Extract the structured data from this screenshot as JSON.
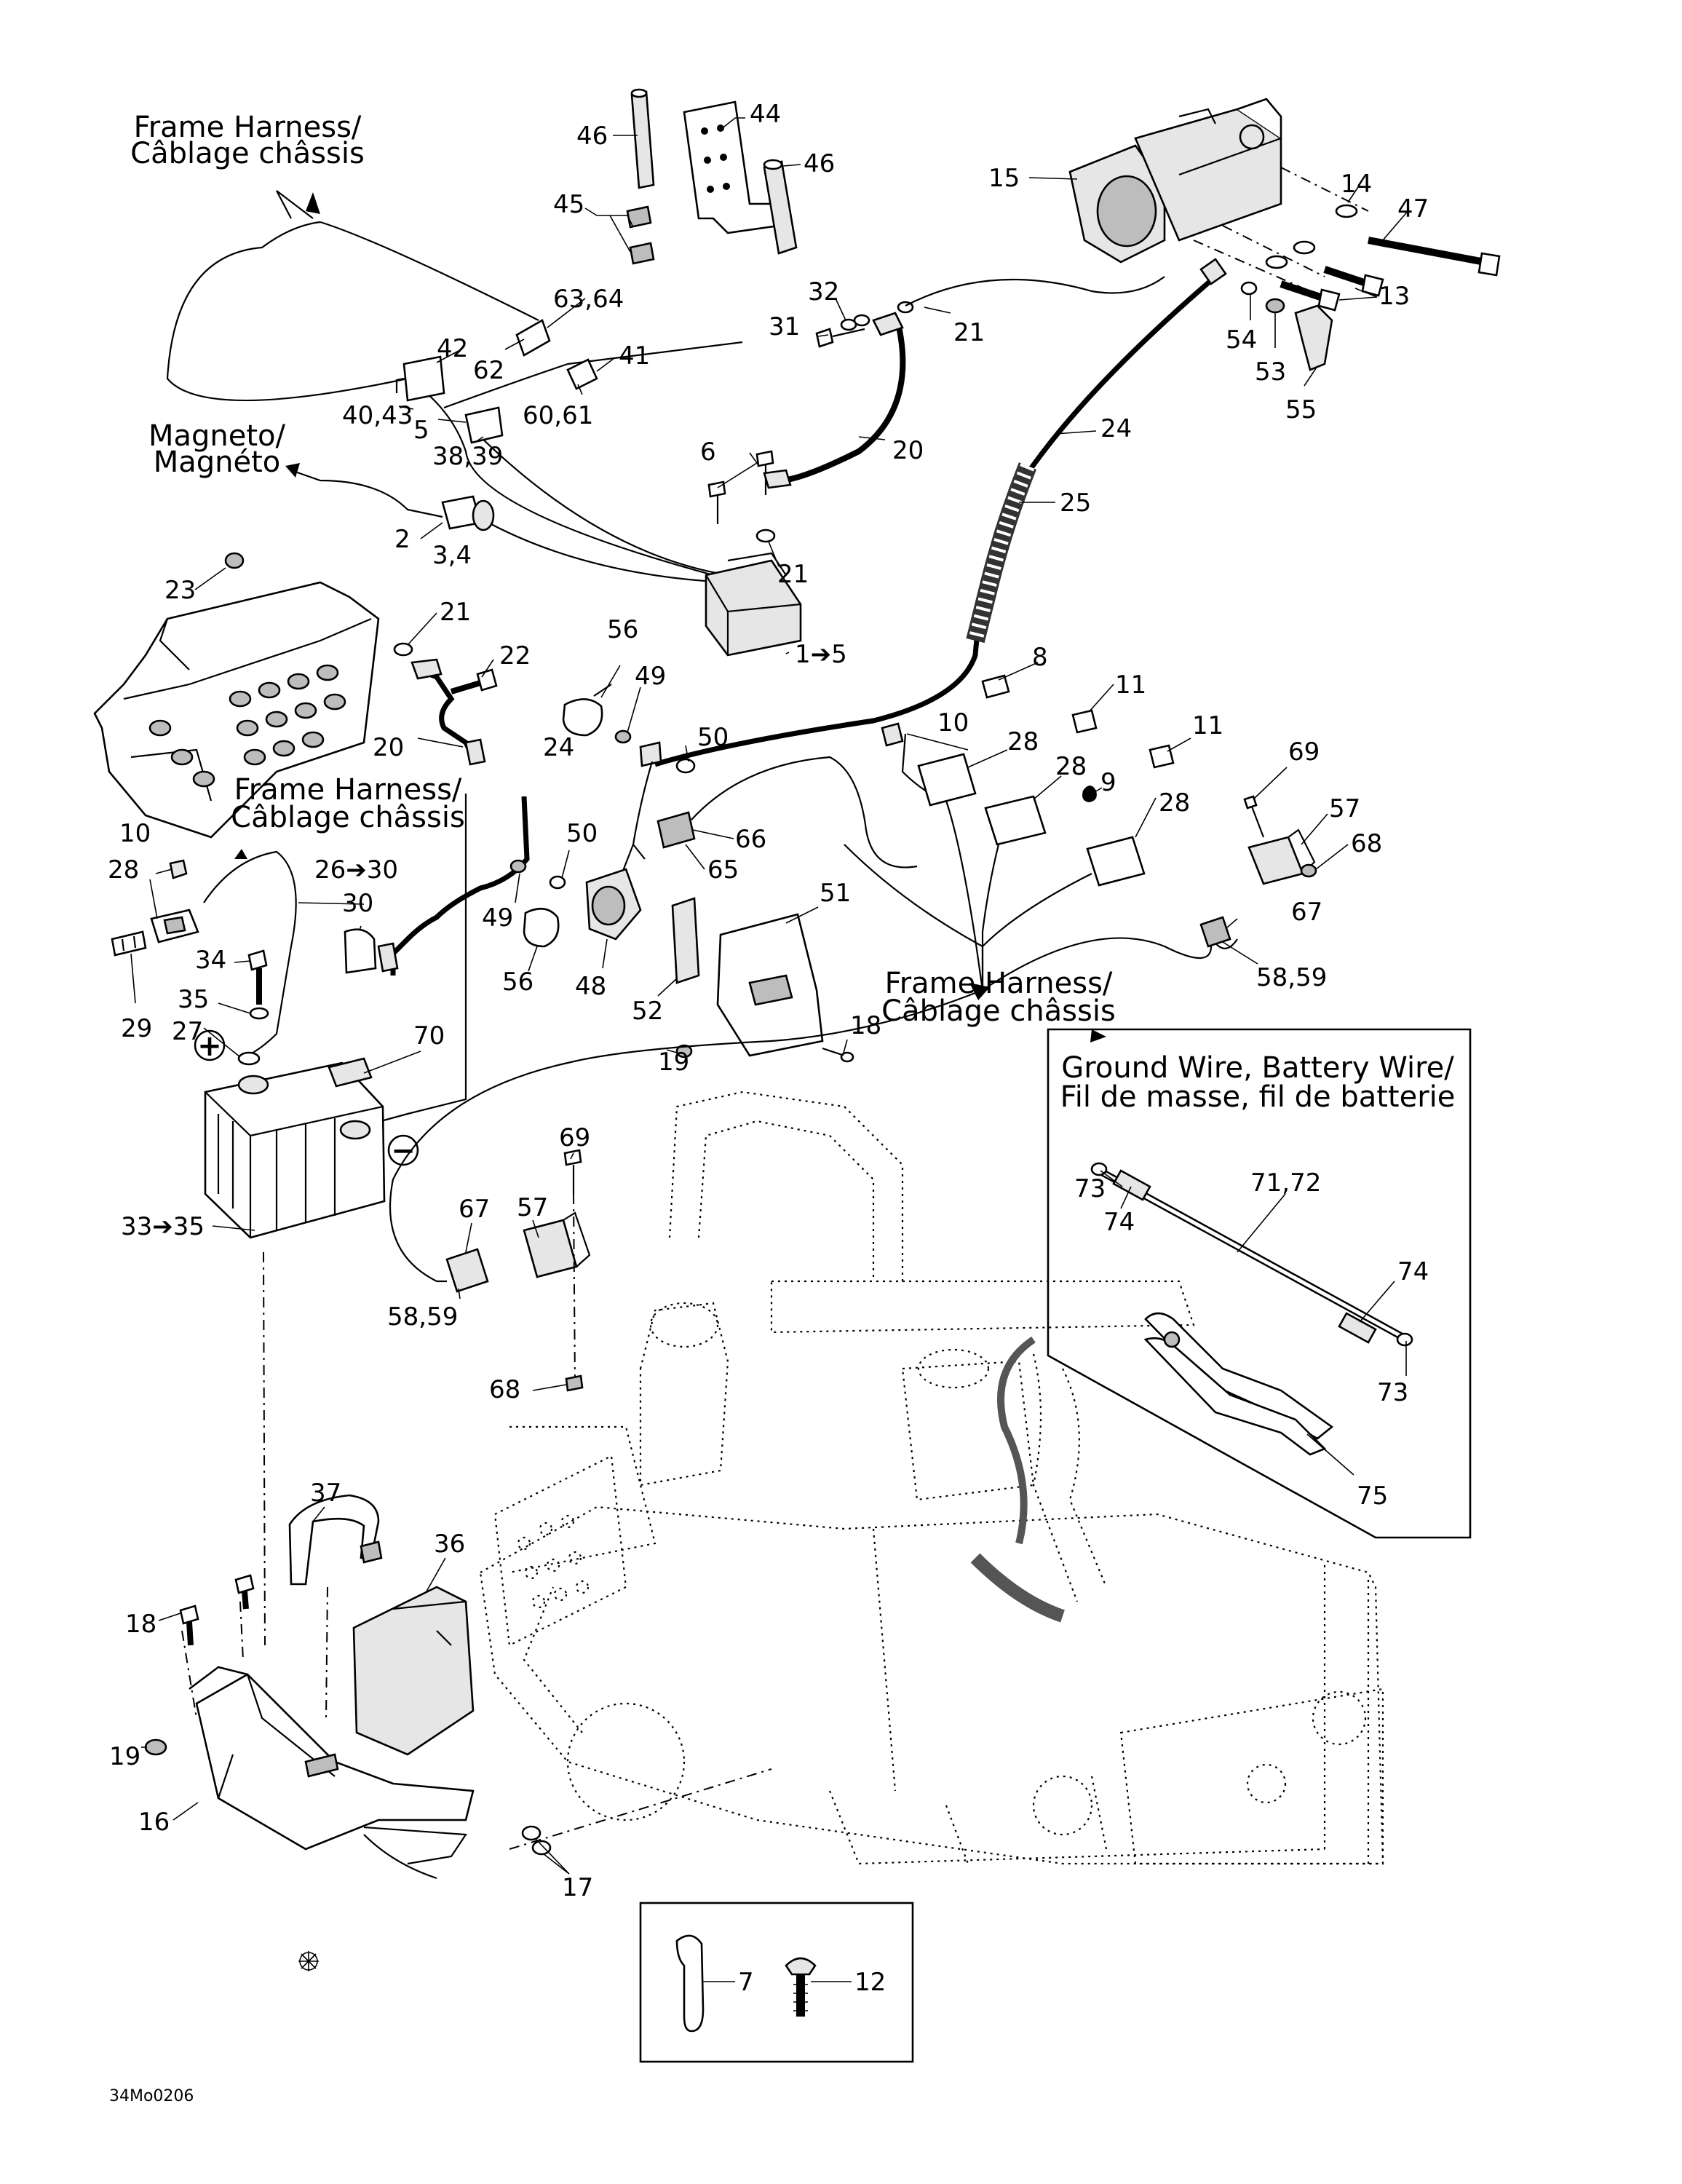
{
  "captions": {
    "frame_harness_top": [
      "Frame Harness/",
      "Câblage châssis"
    ],
    "magneto": [
      "Magneto/",
      "Magnéto"
    ],
    "frame_harness_mid": [
      "Frame Harness/",
      "Câblage châssis"
    ],
    "frame_harness_right": [
      "Frame Harness/",
      "Câblage châssis"
    ],
    "inset_title": [
      "Ground Wire, Battery Wire/",
      "Fil de masse, fil de batterie"
    ]
  },
  "symbols": {
    "positive": "+",
    "negative": "−"
  },
  "labels": [
    "46",
    "44",
    "46",
    "45",
    "15",
    "14",
    "47",
    "13",
    "63,64",
    "42",
    "62",
    "40,43",
    "5",
    "41",
    "60,61",
    "38,39",
    "32",
    "31",
    "21",
    "54",
    "53",
    "55",
    "24",
    "20",
    "6",
    "25",
    "21",
    "2",
    "3,4",
    "1➔5",
    "23",
    "21",
    "22",
    "20",
    "56",
    "49",
    "50",
    "24",
    "8",
    "11",
    "10",
    "28",
    "28",
    "11",
    "9",
    "69",
    "28",
    "57",
    "68",
    "10",
    "28",
    "26➔30",
    "30",
    "50",
    "49",
    "56",
    "66",
    "65",
    "51",
    "48",
    "52",
    "67",
    "58,59",
    "34",
    "35",
    "29",
    "27",
    "70",
    "18",
    "19",
    "69",
    "67",
    "57",
    "58,59",
    "68",
    "33➔35",
    "71,72",
    "73",
    "74",
    "74",
    "73",
    "75",
    "37",
    "36",
    "18",
    "19",
    "16",
    "17",
    "7",
    "12"
  ],
  "figure_code": "34Mo0206"
}
